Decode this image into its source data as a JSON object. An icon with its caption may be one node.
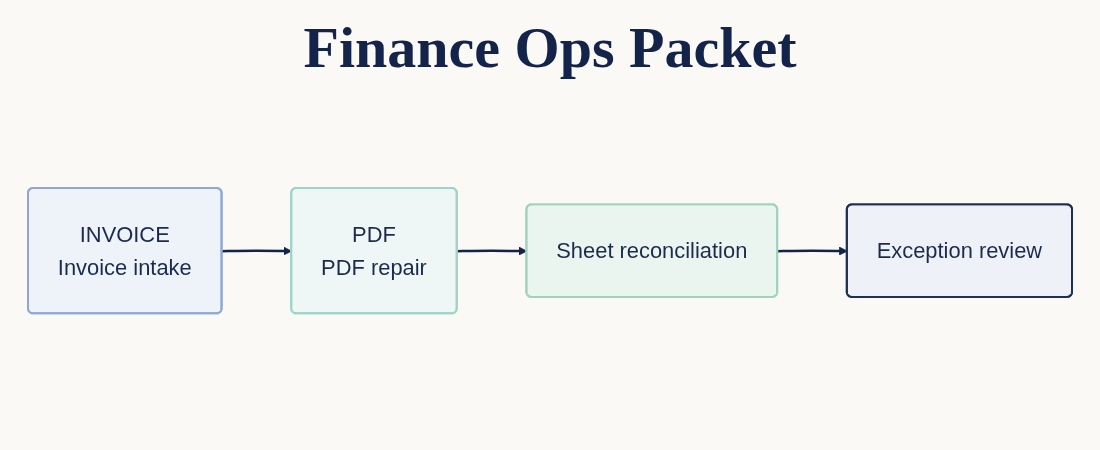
{
  "diagram": {
    "title": "Finance Ops Packet",
    "nodes": [
      {
        "text": [
          "INVOICE",
          "Invoice intake"
        ]
      },
      {
        "text": [
          "PDF",
          "PDF repair"
        ]
      },
      {
        "text": [
          "Sheet reconciliation"
        ]
      },
      {
        "text": [
          "Exception review"
        ]
      }
    ],
    "edges": [
      {
        "from": 0,
        "to": 1,
        "arrow": "to"
      },
      {
        "from": 1,
        "to": 2,
        "arrow": "to"
      },
      {
        "from": 2,
        "to": 3,
        "arrow": "to"
      }
    ]
  }
}
